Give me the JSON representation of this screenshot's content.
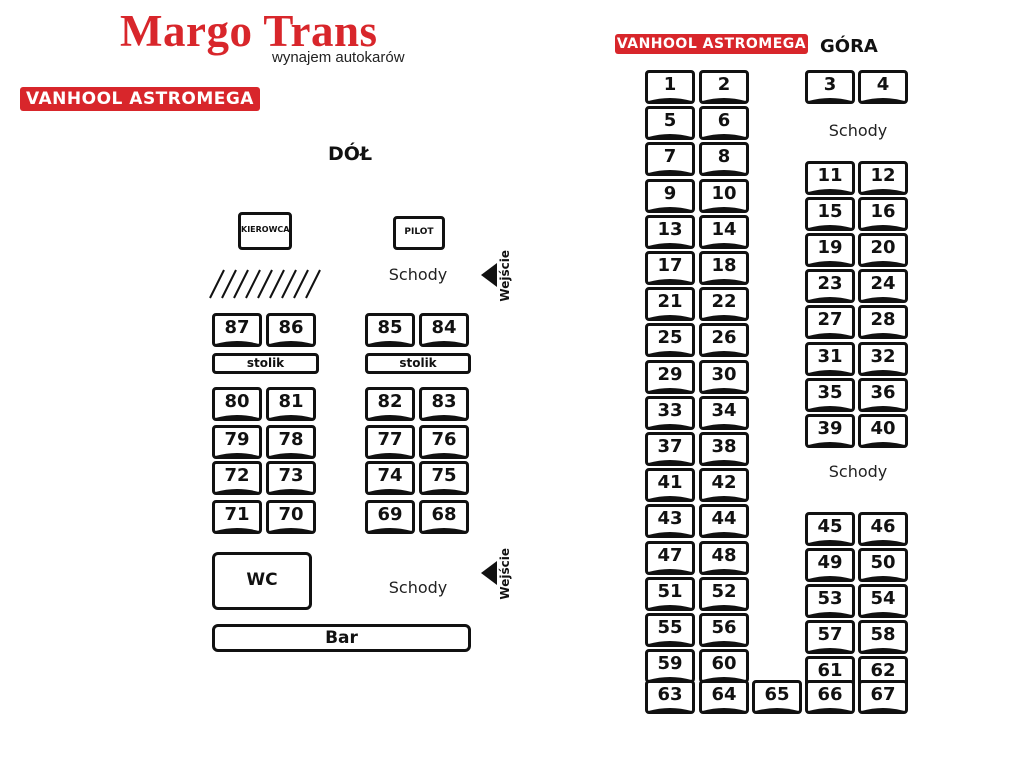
{
  "brand": {
    "name": "Margo Trans",
    "tagline": "wynajem autokarów"
  },
  "bus_model": "VANHOOL ASTROMEGA",
  "decks": {
    "lower": "DÓŁ",
    "upper": "GÓRA"
  },
  "labels": {
    "driver": "KIEROWCA",
    "pilot": "PILOT",
    "stairs": "Schody",
    "entrance": "Wejście",
    "table": "stolik",
    "wc": "WC",
    "bar": "Bar"
  },
  "lower_seats": [
    "87",
    "86",
    "85",
    "84",
    "80",
    "81",
    "82",
    "83",
    "79",
    "78",
    "77",
    "76",
    "72",
    "73",
    "74",
    "75",
    "71",
    "70",
    "69",
    "68"
  ],
  "upper_seats": [
    "1",
    "2",
    "3",
    "4",
    "5",
    "6",
    "7",
    "8",
    "9",
    "10",
    "11",
    "12",
    "13",
    "14",
    "15",
    "16",
    "17",
    "18",
    "19",
    "20",
    "21",
    "22",
    "23",
    "24",
    "25",
    "26",
    "27",
    "28",
    "29",
    "30",
    "31",
    "32",
    "33",
    "34",
    "35",
    "36",
    "37",
    "38",
    "39",
    "40",
    "41",
    "42",
    "43",
    "44",
    "45",
    "46",
    "47",
    "48",
    "49",
    "50",
    "51",
    "52",
    "53",
    "54",
    "55",
    "56",
    "57",
    "58",
    "59",
    "60",
    "61",
    "62",
    "63",
    "64",
    "65",
    "66",
    "67"
  ]
}
